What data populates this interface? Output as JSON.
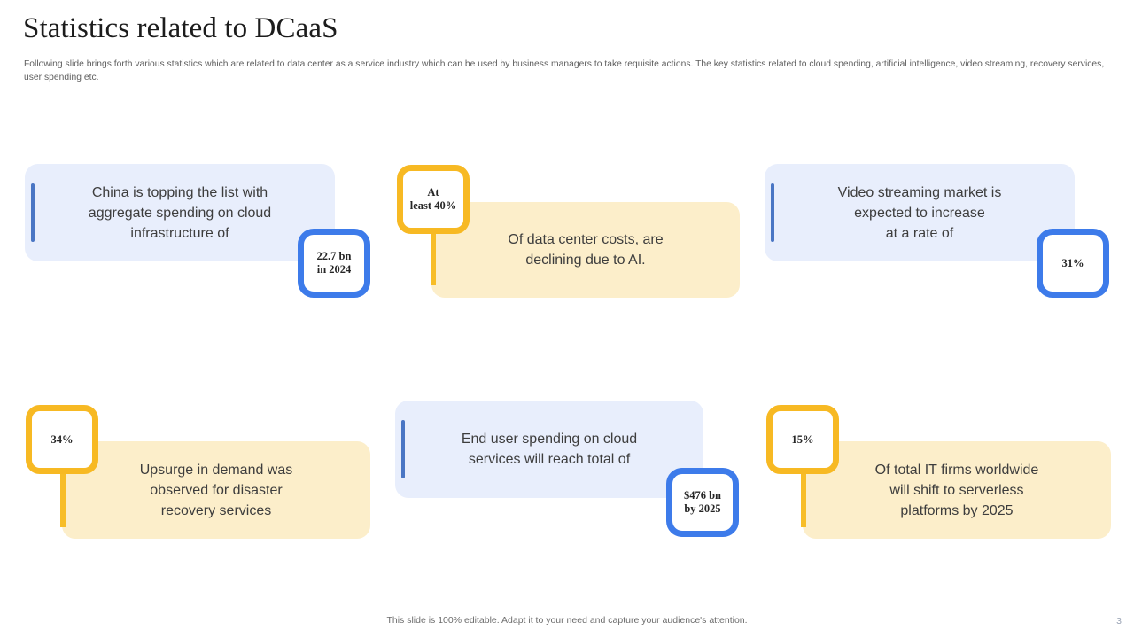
{
  "header": {
    "title": "Statistics related to DCaaS",
    "subtitle": "Following slide brings forth various statistics which are related to data center as a service industry which can be used by business managers to take requisite actions. The key statistics related to cloud spending, artificial intelligence, video streaming, recovery services, user spending etc."
  },
  "colors": {
    "blue_card_bg": "#e8eefc",
    "cream_card_bg": "#fceeca",
    "blue_accent": "#3d7bea",
    "blue_bar": "#4a76c4",
    "gold_accent": "#f7b923",
    "text": "#3d3d3d",
    "title": "#1c1c1c"
  },
  "stats": [
    {
      "id": "cloud-infrastructure-china",
      "theme": "blue",
      "badge_position": "right",
      "text": "China is topping the list with\naggregate spending on cloud\ninfrastructure of",
      "badge_value": "22.7 bn\nin 2024"
    },
    {
      "id": "data-center-costs-ai",
      "theme": "cream",
      "badge_position": "left-pin",
      "text": "Of data center costs, are\ndeclining due to AI.",
      "badge_value": "At\nleast 40%"
    },
    {
      "id": "video-streaming-market",
      "theme": "blue",
      "badge_position": "right",
      "text": "Video streaming market is\nexpected to increase\nat a rate of",
      "badge_value": "31%"
    },
    {
      "id": "disaster-recovery-demand",
      "theme": "cream",
      "badge_position": "left-pin",
      "text": "Upsurge in demand was\nobserved for disaster\nrecovery services",
      "badge_value": "34%"
    },
    {
      "id": "end-user-cloud-spending",
      "theme": "blue",
      "badge_position": "right",
      "text": "End user spending on cloud\nservices will reach total of",
      "badge_value": "$476 bn\nby 2025"
    },
    {
      "id": "serverless-platforms-it-firms",
      "theme": "cream",
      "badge_position": "left-pin",
      "text": "Of total IT firms worldwide\nwill shift to serverless\nplatforms by 2025",
      "badge_value": "15%"
    }
  ],
  "footer": {
    "note": "This slide is 100% editable. Adapt it to your need and capture your audience's attention.",
    "page_number": "3"
  }
}
